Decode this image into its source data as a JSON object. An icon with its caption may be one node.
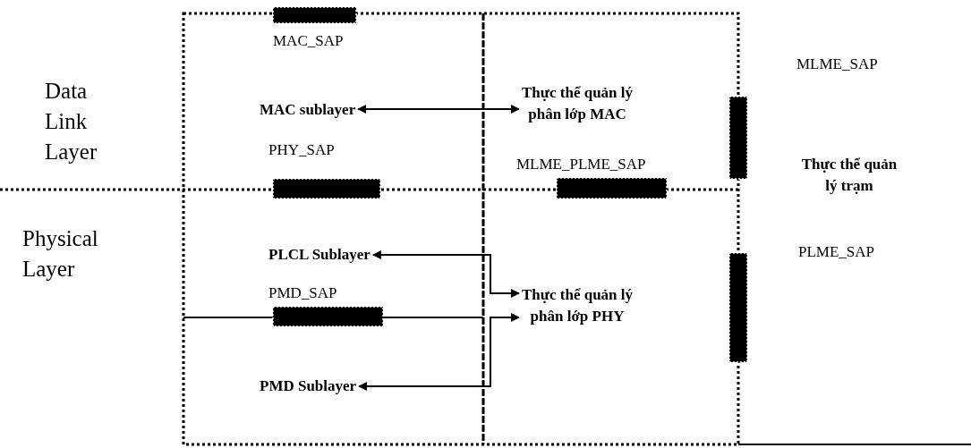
{
  "diagram": {
    "nodes": [
      {
        "text": [
          "MAC sublayer"
        ]
      },
      {
        "text": [
          "Thực thể quản lý phân lớp MAC"
        ]
      },
      {
        "text": [
          "PLCL Sublayer"
        ]
      },
      {
        "text": [
          "Thực thể quản lý phân lớp PHY"
        ]
      },
      {
        "text": [
          "PMD Sublayer"
        ]
      },
      {
        "text": [
          "Thực thể quản lý trạm"
        ]
      },
      {
        "text": [],
        "shape": "bar",
        "beside": [
          "MAC_SAP"
        ]
      },
      {
        "text": [],
        "shape": "bar",
        "beside": [
          "MLME_SAP"
        ]
      },
      {
        "text": [],
        "shape": "bar",
        "beside": [
          "PHY_SAP"
        ]
      },
      {
        "text": [],
        "shape": "bar",
        "beside": [
          "MLME_PLME_SAP"
        ]
      },
      {
        "text": [],
        "shape": "bar",
        "beside": [
          "PLME_SAP"
        ]
      },
      {
        "text": [],
        "shape": "bar",
        "beside": [
          "PMD_SAP"
        ]
      }
    ],
    "edges": [
      {
        "from": 0,
        "to": 1,
        "arrow": "both"
      },
      {
        "from": 2,
        "to": 3,
        "arrow": "both"
      },
      {
        "from": 4,
        "to": 3,
        "arrow": "both"
      }
    ],
    "labels": [
      "Data Link Layer",
      "Physical Layer"
    ]
  }
}
